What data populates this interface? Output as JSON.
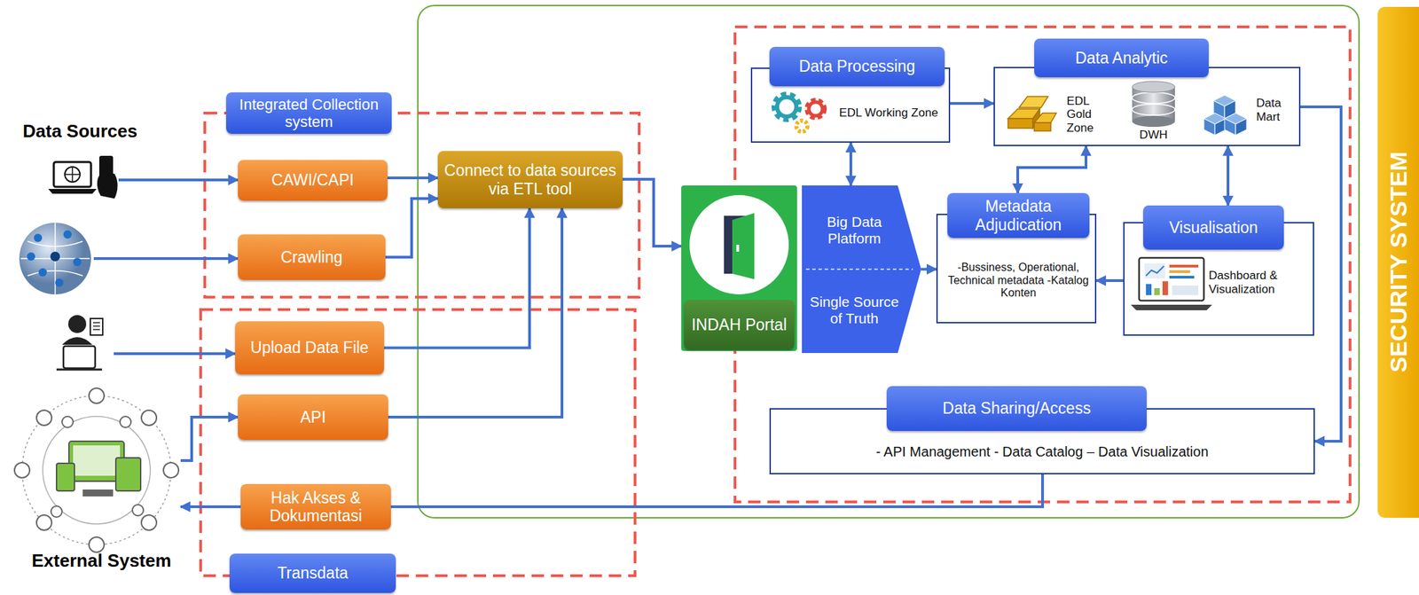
{
  "diagram": {
    "nodes": [
      {
        "text": [
          "Integrated Collection system"
        ]
      },
      {
        "text": [
          "CAWI/CAPI"
        ]
      },
      {
        "text": [
          "Crawling"
        ]
      },
      {
        "text": [
          "Connect to data sources via ETL tool"
        ]
      },
      {
        "text": [
          "Upload Data File"
        ]
      },
      {
        "text": [
          "API"
        ]
      },
      {
        "text": [
          "Hak Akses & Dokumentasi"
        ]
      },
      {
        "text": [
          "Transdata"
        ]
      },
      {
        "text": [
          "INDAH Portal"
        ]
      },
      {
        "text": [
          "Big Data Platform",
          "Single Source of Truth"
        ]
      },
      {
        "text": [
          "Data Processing",
          "EDL Working Zone"
        ]
      },
      {
        "text": [
          "Data Analytic",
          "EDL Gold Zone",
          "DWH",
          "Data Mart"
        ]
      },
      {
        "text": [
          "Metadata Adjudication",
          "-Bussiness, Operational, Technical metadata -Katalog Konten"
        ]
      },
      {
        "text": [
          "Visualisation",
          "Dashboard & Visualization"
        ]
      },
      {
        "text": [
          "Data Sharing/Access",
          "- API Management - Data Catalog – Data Visualization"
        ]
      },
      {
        "text": [
          "SECURITY SYSTEM"
        ]
      }
    ],
    "edges": [
      {
        "from": 1,
        "to": 3,
        "arrow": "to"
      },
      {
        "from": 2,
        "to": 3,
        "arrow": "to"
      },
      {
        "from": 4,
        "to": 3,
        "arrow": "to"
      },
      {
        "from": 5,
        "to": 3,
        "arrow": "to"
      },
      {
        "from": 3,
        "to": 8,
        "arrow": "to"
      },
      {
        "from": 9,
        "to": 10,
        "arrow": "both"
      },
      {
        "from": 9,
        "to": 12,
        "arrow": "to"
      },
      {
        "from": 10,
        "to": 11,
        "arrow": "to"
      },
      {
        "from": 12,
        "to": 11,
        "arrow": "both"
      },
      {
        "from": 11,
        "to": 13,
        "arrow": "both"
      },
      {
        "from": 13,
        "to": 12,
        "arrow": "to"
      },
      {
        "from": 11,
        "to": 14,
        "arrow": "to"
      },
      {
        "from": 14,
        "to": 6,
        "arrow": "none"
      }
    ],
    "labels": [
      "Data Sources",
      "External System"
    ]
  }
}
